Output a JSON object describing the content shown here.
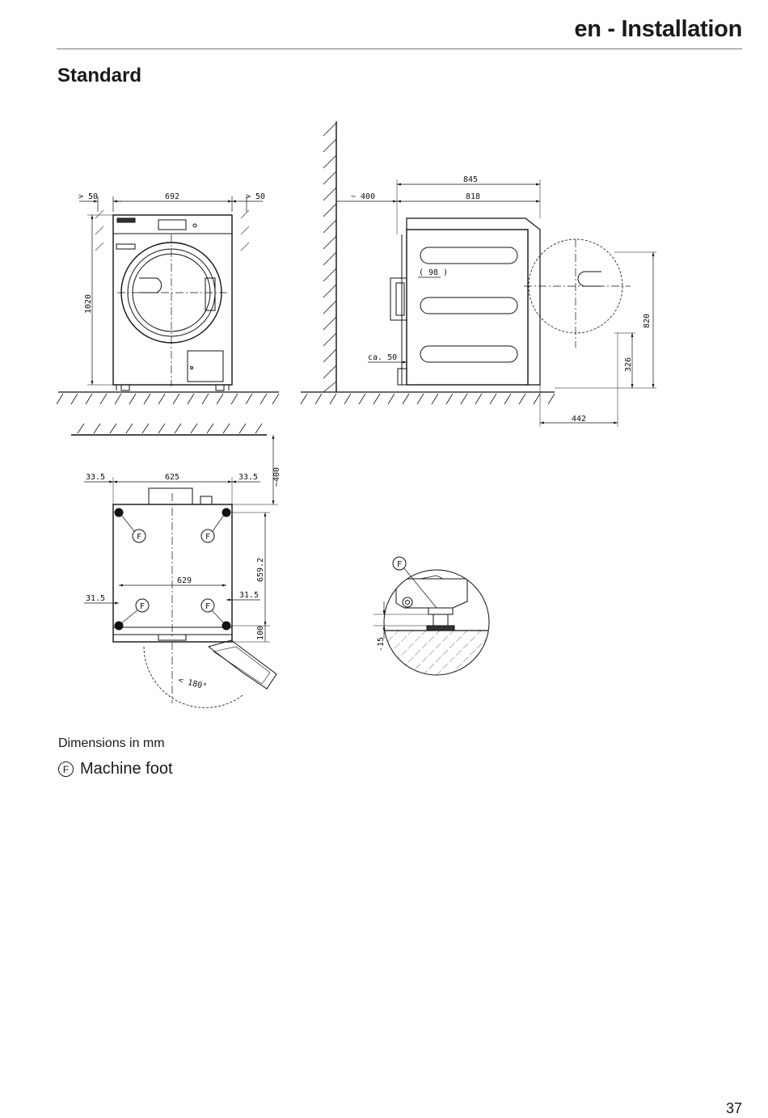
{
  "header": {
    "title": "en - Installation"
  },
  "section": {
    "title": "Standard"
  },
  "front_view": {
    "clearance_left": "> 50",
    "width": "692",
    "clearance_right": "> 50",
    "height": "1020"
  },
  "side_view": {
    "depth_total": "845",
    "depth_body": "818",
    "wall_distance": "~ 400",
    "duct_offset": "( 98 )",
    "duct_bottom": "ca. 50",
    "height": "820",
    "door_center_height": "326",
    "door_swing_depth": "442"
  },
  "top_view": {
    "wall_distance": "~400",
    "side_left": "33.5",
    "width": "625",
    "side_right": "33.5",
    "foot_span": "629",
    "foot_left": "31.5",
    "foot_right": "31.5",
    "depth": "659.2",
    "front_offset": "100",
    "door_angle": "< 180°",
    "foot_label": "F"
  },
  "detail_view": {
    "foot_label": "F",
    "adjustment": "-15"
  },
  "caption": {
    "text": "Dimensions in mm"
  },
  "legend": {
    "symbol": "F",
    "text": "Machine foot"
  },
  "page": {
    "number": "37"
  }
}
